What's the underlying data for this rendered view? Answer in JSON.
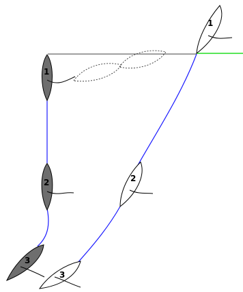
{
  "colors": {
    "background": "#ffffff",
    "track_line": "#1a1aff",
    "start_line_green": "#22dd22",
    "reference_line": "#000000",
    "dark_boat_fill": "#6e6e6e",
    "light_boat_fill": "#ffffff",
    "boat_outline": "#000000"
  },
  "labels": {
    "dark_boat": {
      "pos1": "1",
      "pos2": "2",
      "pos3": "3"
    },
    "light_boat": {
      "pos1": "1",
      "pos2": "2",
      "pos3": "3"
    }
  }
}
